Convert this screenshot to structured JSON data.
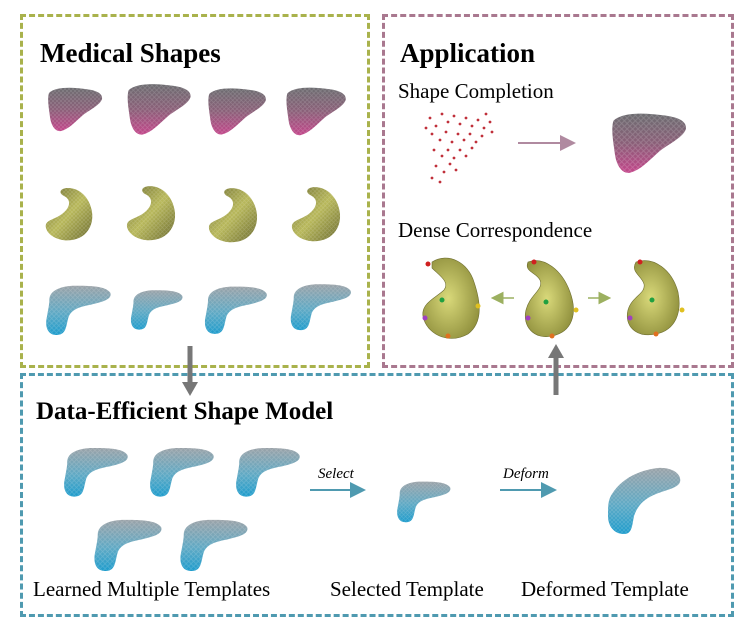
{
  "panels": {
    "medical": {
      "title": "Medical Shapes"
    },
    "application": {
      "title": "Application",
      "completion_label": "Shape Completion",
      "correspondence_label": "Dense Correspondence"
    },
    "model": {
      "title": "Data-Efficient Shape Model",
      "select_label": "Select",
      "deform_label": "Deform",
      "learned_label": "Learned Multiple Templates",
      "selected_label": "Selected Template",
      "deformed_label": "Deformed Template"
    }
  },
  "colors": {
    "medical_border": "#a9b24c",
    "application_border": "#a9788f",
    "model_border": "#4f9ab0",
    "liver": "#a05a80",
    "kidney": "#9a9a3e",
    "pancreas": "#4aa8c8",
    "point_cloud": "#c0303a",
    "connector_arrow": "#777777"
  },
  "shape_rows": [
    {
      "organ": "liver",
      "count": 4
    },
    {
      "organ": "kidney",
      "count": 4
    },
    {
      "organ": "pancreas",
      "count": 4
    }
  ],
  "template_count": 5
}
